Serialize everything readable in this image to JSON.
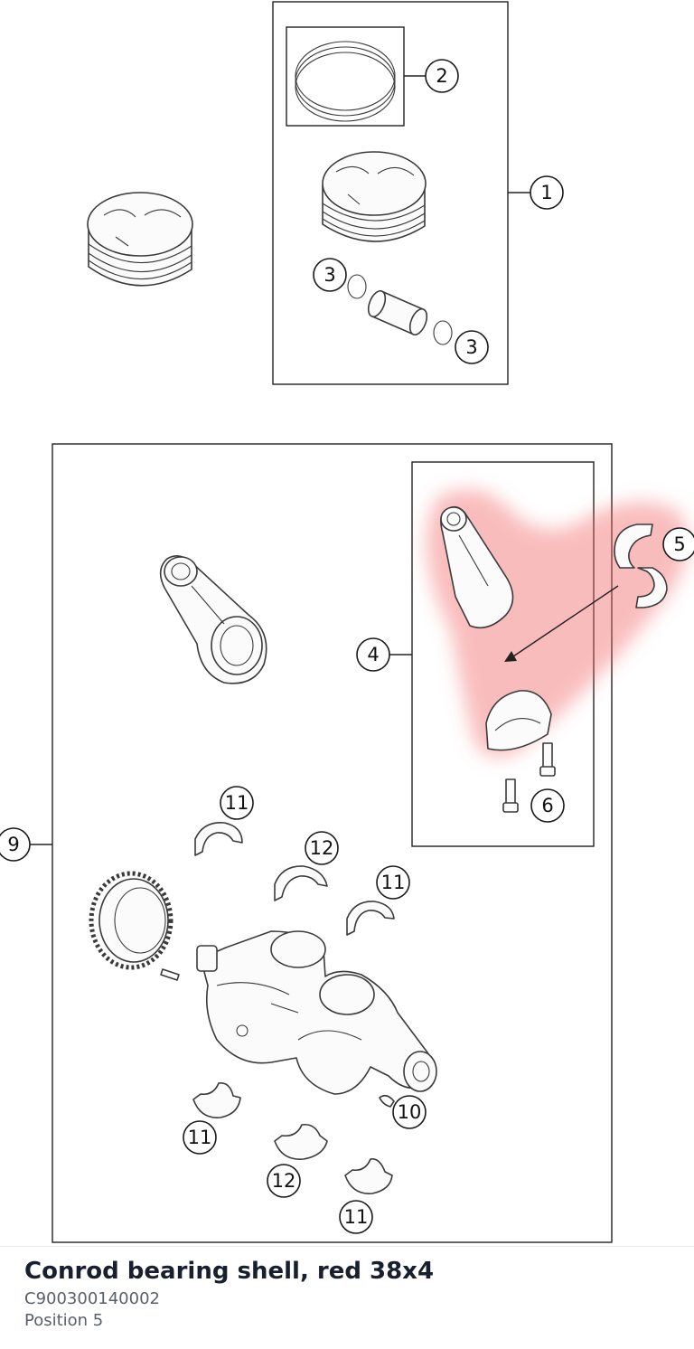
{
  "highlight_color": "#f26b6b",
  "callouts": {
    "c1": "1",
    "c2": "2",
    "c3a": "3",
    "c3b": "3",
    "c4": "4",
    "c5": "5",
    "c6": "6",
    "c9": "9",
    "c10": "10",
    "c11a": "11",
    "c11b": "11",
    "c11c": "11",
    "c11d": "11",
    "c12a": "12",
    "c12b": "12"
  },
  "selection": {
    "title": "Conrod bearing shell, red 38x4",
    "part_number": "C900300140002",
    "position": "Position 5"
  }
}
